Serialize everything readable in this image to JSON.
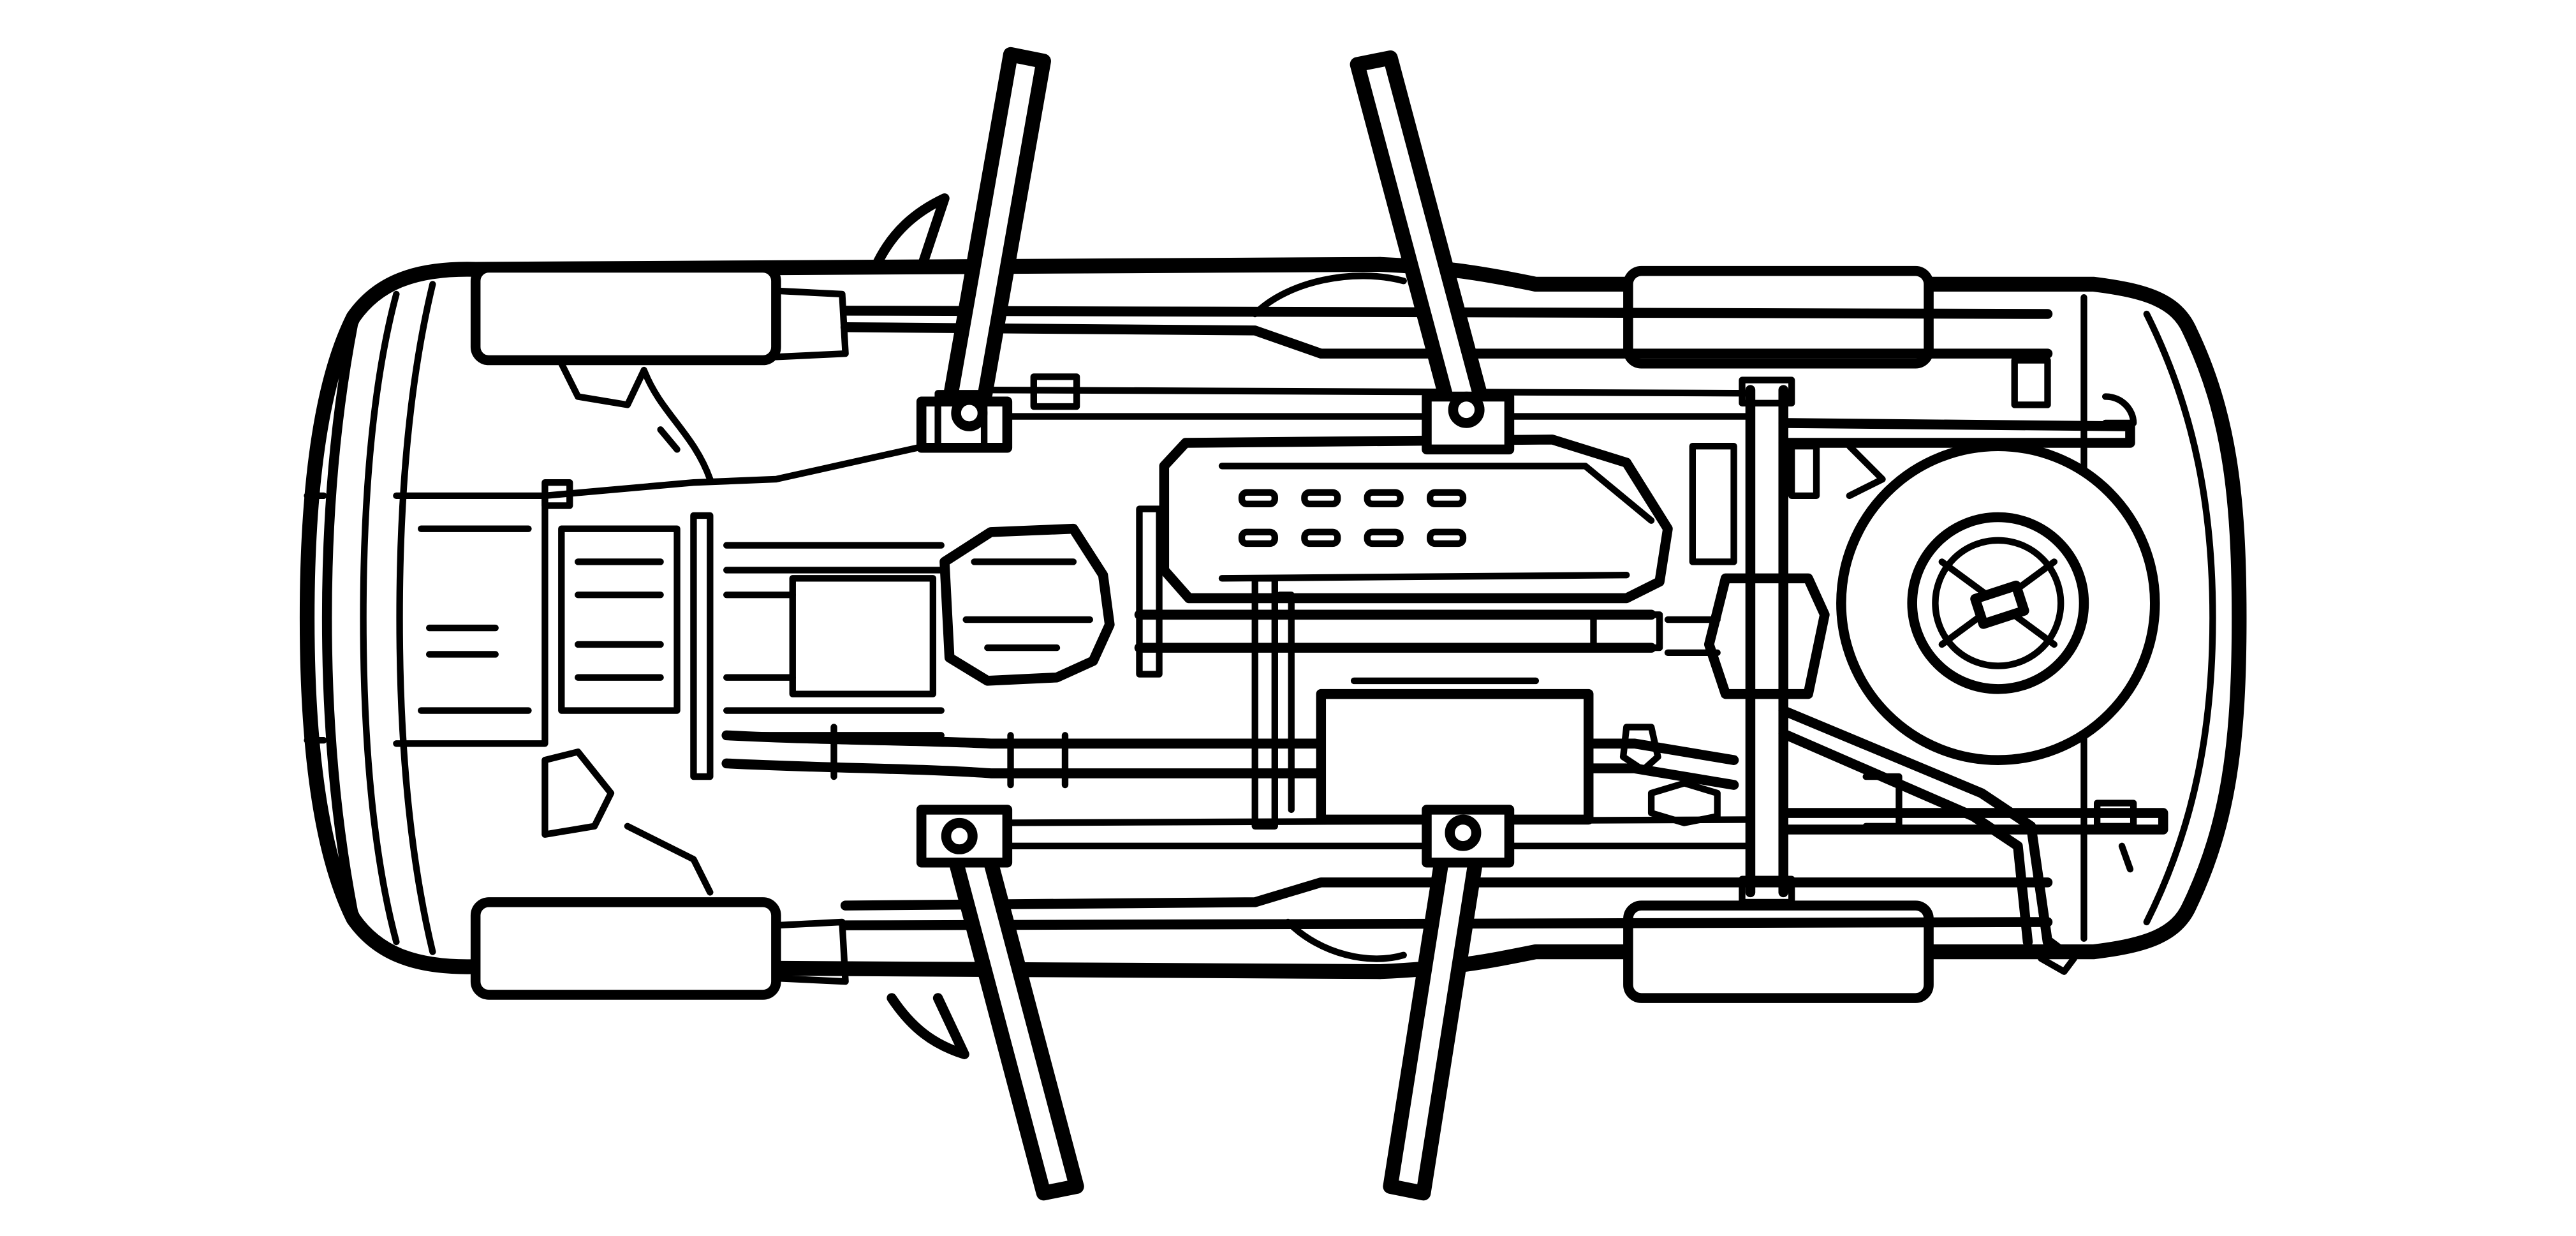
{
  "diagram": {
    "subject": "vehicle-underside",
    "colors": {
      "stroke": "#000000",
      "background": "#ffffff"
    },
    "lift_arms": [
      {
        "id": "front-left"
      },
      {
        "id": "front-right"
      },
      {
        "id": "rear-left"
      },
      {
        "id": "rear-right"
      }
    ]
  }
}
